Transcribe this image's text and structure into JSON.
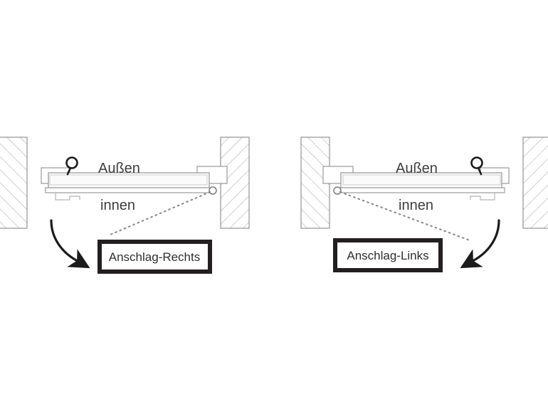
{
  "diagram": {
    "type": "technical-line-drawing",
    "subject": "Door hinge side orientation (Anschlag) reference",
    "background_color": "#ffffff",
    "line_color": "#8c8c8c",
    "dark_line_color": "#2e2e2e",
    "text_color": "#3d3d3d",
    "panels": [
      {
        "id": "left",
        "label_outside": "Außen",
        "label_inside": "innen",
        "callout_text": "Anschlag-Rechts",
        "hinge_side": "right",
        "handle_side": "left",
        "arrow_direction": "down-right",
        "callout_border_color": "#231f20",
        "callout_fill_color": "#ffffff"
      },
      {
        "id": "right",
        "label_outside": "Außen",
        "label_inside": "innen",
        "callout_text": "Anschlag-Links",
        "hinge_side": "left",
        "handle_side": "right",
        "arrow_direction": "down-left",
        "callout_border_color": "#231f20",
        "callout_fill_color": "#ffffff"
      }
    ]
  }
}
